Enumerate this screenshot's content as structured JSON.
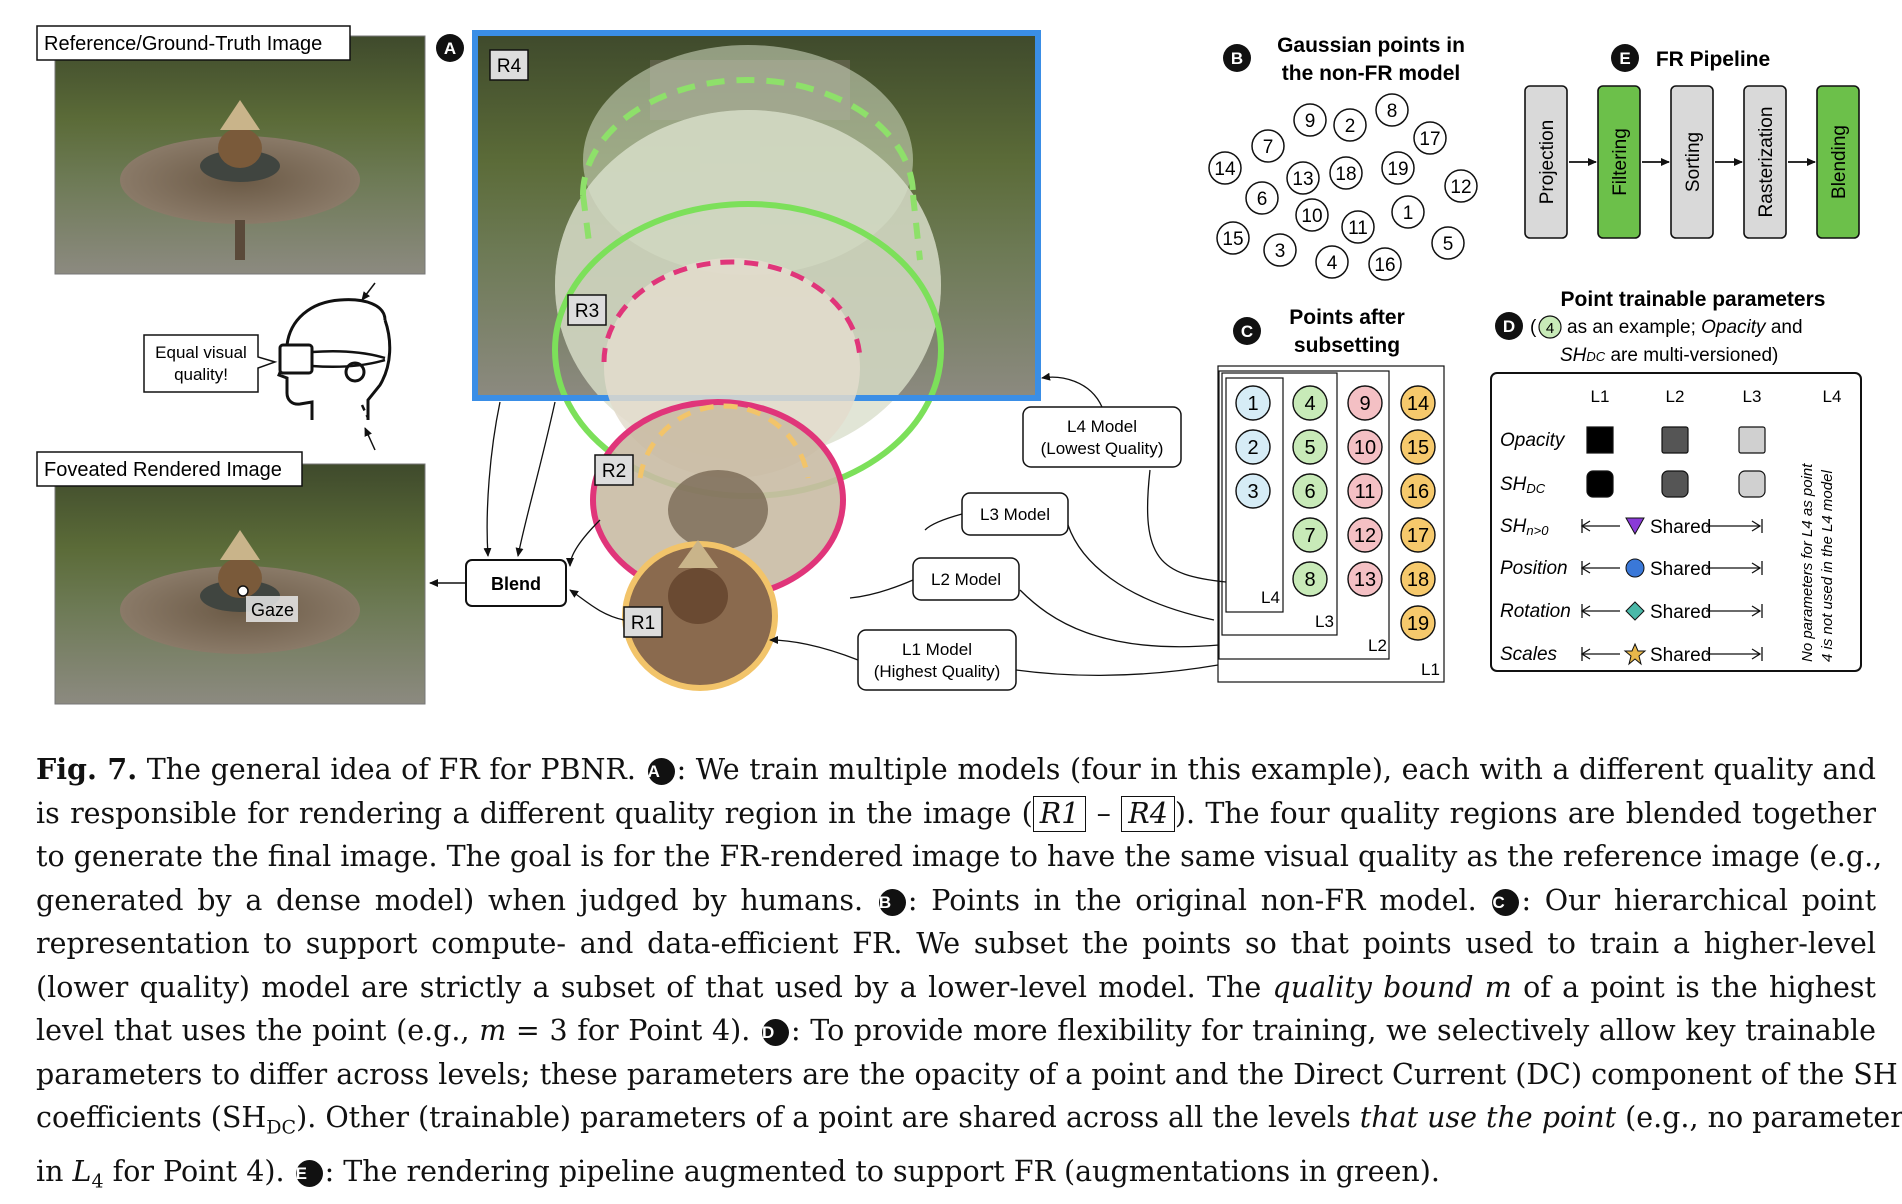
{
  "panel_a": {
    "badge": "A",
    "reference_label": "Reference/Ground-Truth Image",
    "foveated_label": "Foveated Rendered Image",
    "equal_quality_text": [
      "Equal visual",
      "quality!"
    ],
    "gaze_label": "Gaze",
    "region_labels": [
      "R4",
      "R3",
      "R2",
      "R1"
    ],
    "blend_label": "Blend",
    "models": [
      {
        "lines": [
          "L4 Model",
          "(Lowest Quality)"
        ]
      },
      {
        "lines": [
          "L3 Model"
        ]
      },
      {
        "lines": [
          "L2 Model"
        ]
      },
      {
        "lines": [
          "L1 Model",
          "(Highest Quality)"
        ]
      }
    ],
    "region_colors": {
      "R4": "#3a8ee6",
      "R3": "#7ce05a",
      "R2": "#e0357a",
      "R1": "#f2c46a"
    }
  },
  "panel_b": {
    "badge": "B",
    "title": [
      "Gaussian points in",
      "the non-FR model"
    ],
    "points": [
      "9",
      "2",
      "8",
      "7",
      "17",
      "14",
      "13",
      "18",
      "19",
      "12",
      "6",
      "10",
      "11",
      "1",
      "15",
      "3",
      "4",
      "16",
      "5"
    ]
  },
  "panel_c": {
    "badge": "C",
    "title": [
      "Points after",
      "subsetting"
    ],
    "columns": [
      {
        "points": [
          "1",
          "2",
          "3"
        ],
        "color": "#d6ecf6"
      },
      {
        "points": [
          "4",
          "5",
          "6",
          "7",
          "8"
        ],
        "color": "#c8eab8"
      },
      {
        "points": [
          "9",
          "10",
          "11",
          "12",
          "13"
        ],
        "color": "#f4c0c4"
      },
      {
        "points": [
          "14",
          "15",
          "16",
          "17",
          "18",
          "19"
        ],
        "color": "#f6c96c"
      }
    ],
    "level_labels": [
      "L4",
      "L3",
      "L2",
      "L1"
    ]
  },
  "panel_d": {
    "badge": "D",
    "title": "Point trainable parameters",
    "subtitle_example": "4",
    "subtitle_mid": "as an example;",
    "subtitle_opacity": "Opacity",
    "subtitle_and": "and",
    "subtitle_sh": "SH",
    "subtitle_sh_sub": "DC",
    "subtitle_end": "are multi-versioned)",
    "level_headers": [
      "L1",
      "L2",
      "L3",
      "L4"
    ],
    "rows": [
      {
        "name": "Opacity",
        "sub": ""
      },
      {
        "name": "SH",
        "sub": "DC"
      },
      {
        "name": "SH",
        "sub": "n>0"
      },
      {
        "name": "Position",
        "sub": ""
      },
      {
        "name": "Rotation",
        "sub": ""
      },
      {
        "name": "Scales",
        "sub": ""
      }
    ],
    "shared_label": "Shared",
    "side_note": [
      "No parameters for L4 as point",
      "4 is not used in the L4 model"
    ]
  },
  "panel_e": {
    "badge": "E",
    "title": "FR Pipeline",
    "stages": [
      {
        "label": "Projection",
        "augmented": false
      },
      {
        "label": "Filtering",
        "augmented": true
      },
      {
        "label": "Sorting",
        "augmented": false
      },
      {
        "label": "Rasterization",
        "augmented": false
      },
      {
        "label": "Blending",
        "augmented": true
      }
    ],
    "colors": {
      "augmented": "#6cc04a",
      "normal": "#d9d9d9"
    }
  },
  "caption": {
    "fig_label": "Fig. 7.",
    "l1": "The general idea of FR for PBNR.",
    "l1b": ": We train multiple models (four in this example), each with a different quality and",
    "l2a": "is responsible for rendering a different quality region in the image (",
    "l2r1": "R1",
    "l2dash": "–",
    "l2r4": "R4",
    "l2b": "). The four quality regions are blended together",
    "l3": "to generate the final image. The goal is for the FR-rendered image to have the same visual quality as the reference image (e.g.,",
    "l4a": "generated by a dense model) when judged by humans.",
    "l4b": ": Points in the original non-FR model.",
    "l4c": ": Our hierarchical point",
    "l5": "representation to support compute- and data-efficient FR. We subset the points so that points used to train a higher-level",
    "l6": "(lower quality) model are strictly a subset of that used by a lower-level model. The",
    "l6i": "quality bound m",
    "l6b": "of a point is the highest",
    "l7a": "level that uses the point (e.g.,",
    "l7m": "m",
    "l7b": "= 3 for Point 4).",
    "l7c": ": To provide more flexibility for training, we selectively allow key trainable",
    "l8": "parameters to differ across levels; these parameters are the opacity of a point and the Direct Current (DC) component of the SH",
    "l9a": "coefficients (SH",
    "l9sub": "DC",
    "l9b": "). Other (trainable) parameters of a point are shared across all the levels",
    "l9i": "that use the point",
    "l9c": "(e.g., no parameter",
    "l10a": "in",
    "l10L": "L",
    "l10sub": "4",
    "l10b": "for Point 4).",
    "l10c": ": The rendering pipeline augmented to support FR (augmentations in green).",
    "badges": [
      "A",
      "B",
      "C",
      "D",
      "E"
    ]
  }
}
